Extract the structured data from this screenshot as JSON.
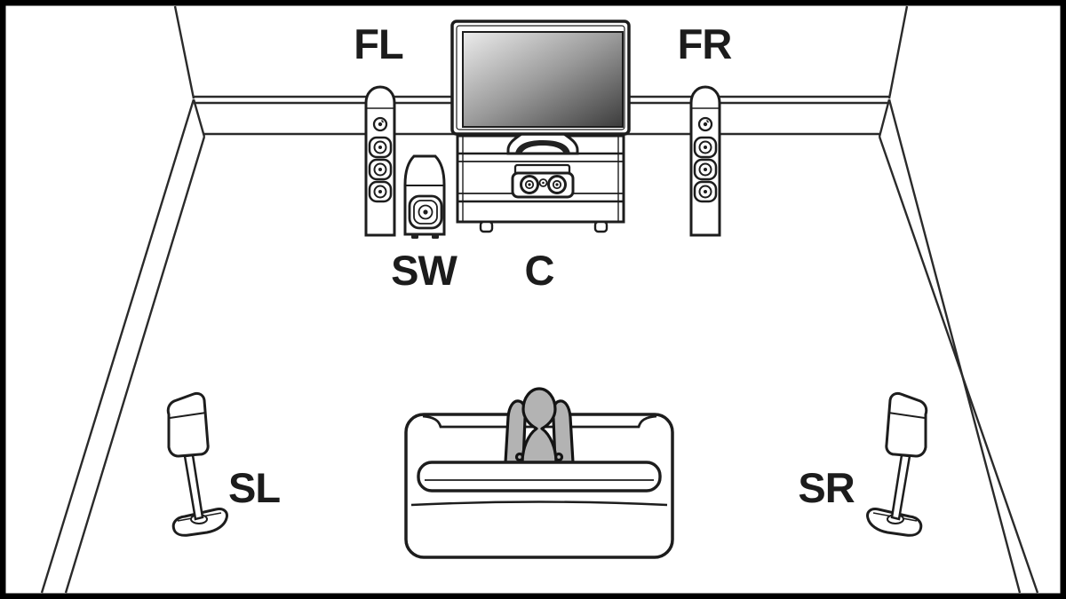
{
  "labels": {
    "front_left": "FL",
    "front_right": "FR",
    "subwoofer": "SW",
    "center": "C",
    "surround_left": "SL",
    "surround_right": "SR"
  },
  "colors": {
    "line": "#2a2a2a",
    "object_line": "#1d1d1d",
    "background": "#ffffff",
    "frame_border": "#000000",
    "listener_fill": "#b3b3b3",
    "tv_screen_light": "#ececec",
    "tv_screen_mid": "#9a9a9a",
    "tv_screen_dark": "#3c3c3c"
  },
  "elements": [
    "room-walls",
    "tv",
    "tv-stand-rack",
    "center-speaker",
    "front-left-tower-speaker",
    "front-right-tower-speaker",
    "subwoofer",
    "sofa",
    "listener-silhouette",
    "surround-left-satellite-speaker",
    "surround-right-satellite-speaker"
  ]
}
